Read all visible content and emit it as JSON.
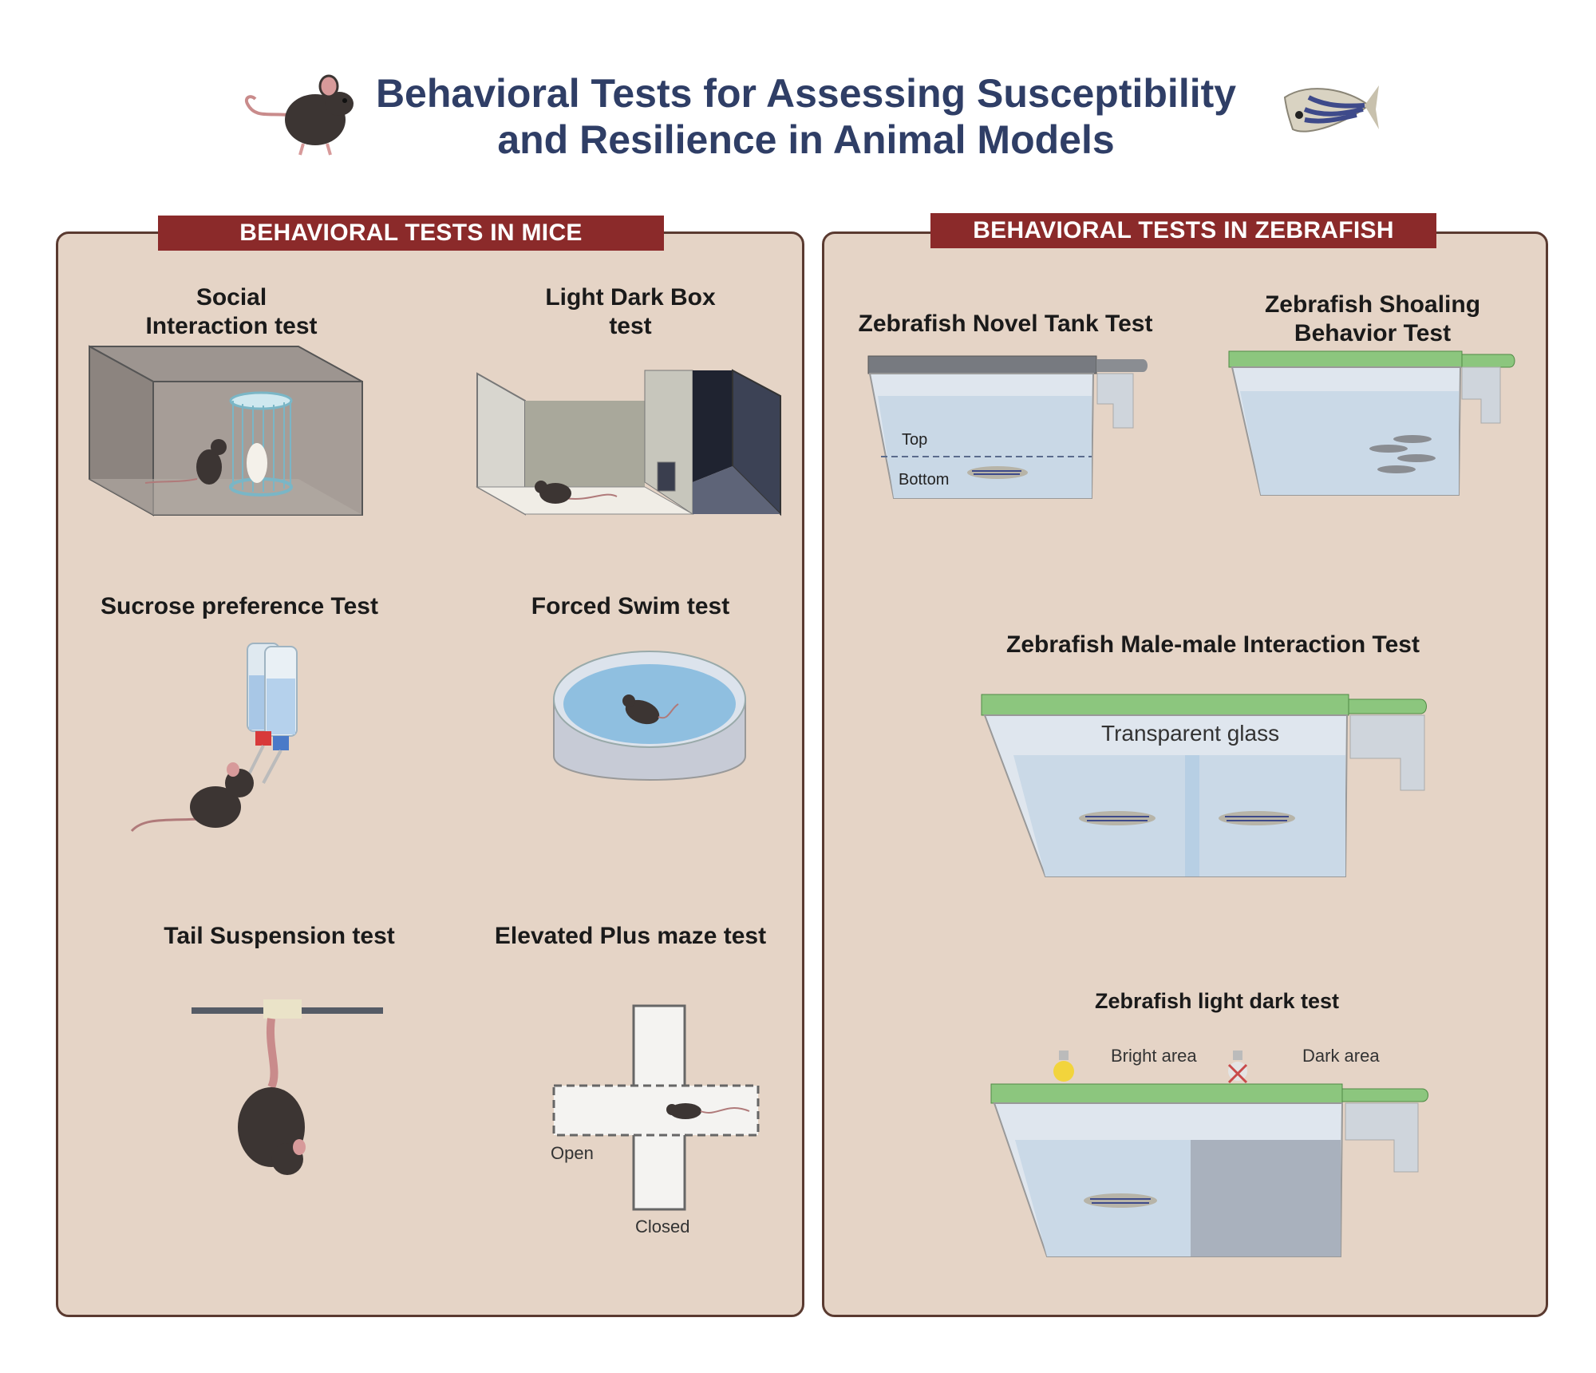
{
  "title": {
    "line1": "Behavioral Tests for Assessing Susceptibility",
    "line2": "and Resilience in Animal Models"
  },
  "mice": {
    "banner": "BEHAVIORAL TESTS IN MICE",
    "social": {
      "line1": "Social",
      "line2": "Interaction test"
    },
    "light_dark": {
      "line1": "Light Dark Box",
      "line2": "test"
    },
    "sucrose": "Sucrose preference Test",
    "forced_swim": "Forced Swim test",
    "tail_suspension": "Tail Suspension test",
    "plus_maze": {
      "title": "Elevated Plus maze test",
      "open": "Open",
      "closed": "Closed"
    }
  },
  "zebrafish": {
    "banner": "BEHAVIORAL TESTS IN ZEBRAFISH",
    "novel_tank": {
      "title": "Zebrafish Novel Tank Test",
      "top": "Top",
      "bottom": "Bottom"
    },
    "shoaling": {
      "line1": "Zebrafish Shoaling",
      "line2": "Behavior Test"
    },
    "male_male": {
      "title": "Zebrafish Male-male Interaction Test",
      "glass": "Transparent glass"
    },
    "light_dark": {
      "title": "Zebrafish light dark test",
      "bright": "Bright area",
      "dark": "Dark area"
    }
  },
  "colors": {
    "title": "#2f3e66",
    "banner": "#8b2a2a",
    "panel": "#e5d4c6",
    "panel_border": "#5a3a30",
    "lid_green": "#8cc67e"
  },
  "icons": [
    "mouse-icon",
    "zebrafish-icon",
    "light-bulb-icon",
    "light-off-icon"
  ]
}
